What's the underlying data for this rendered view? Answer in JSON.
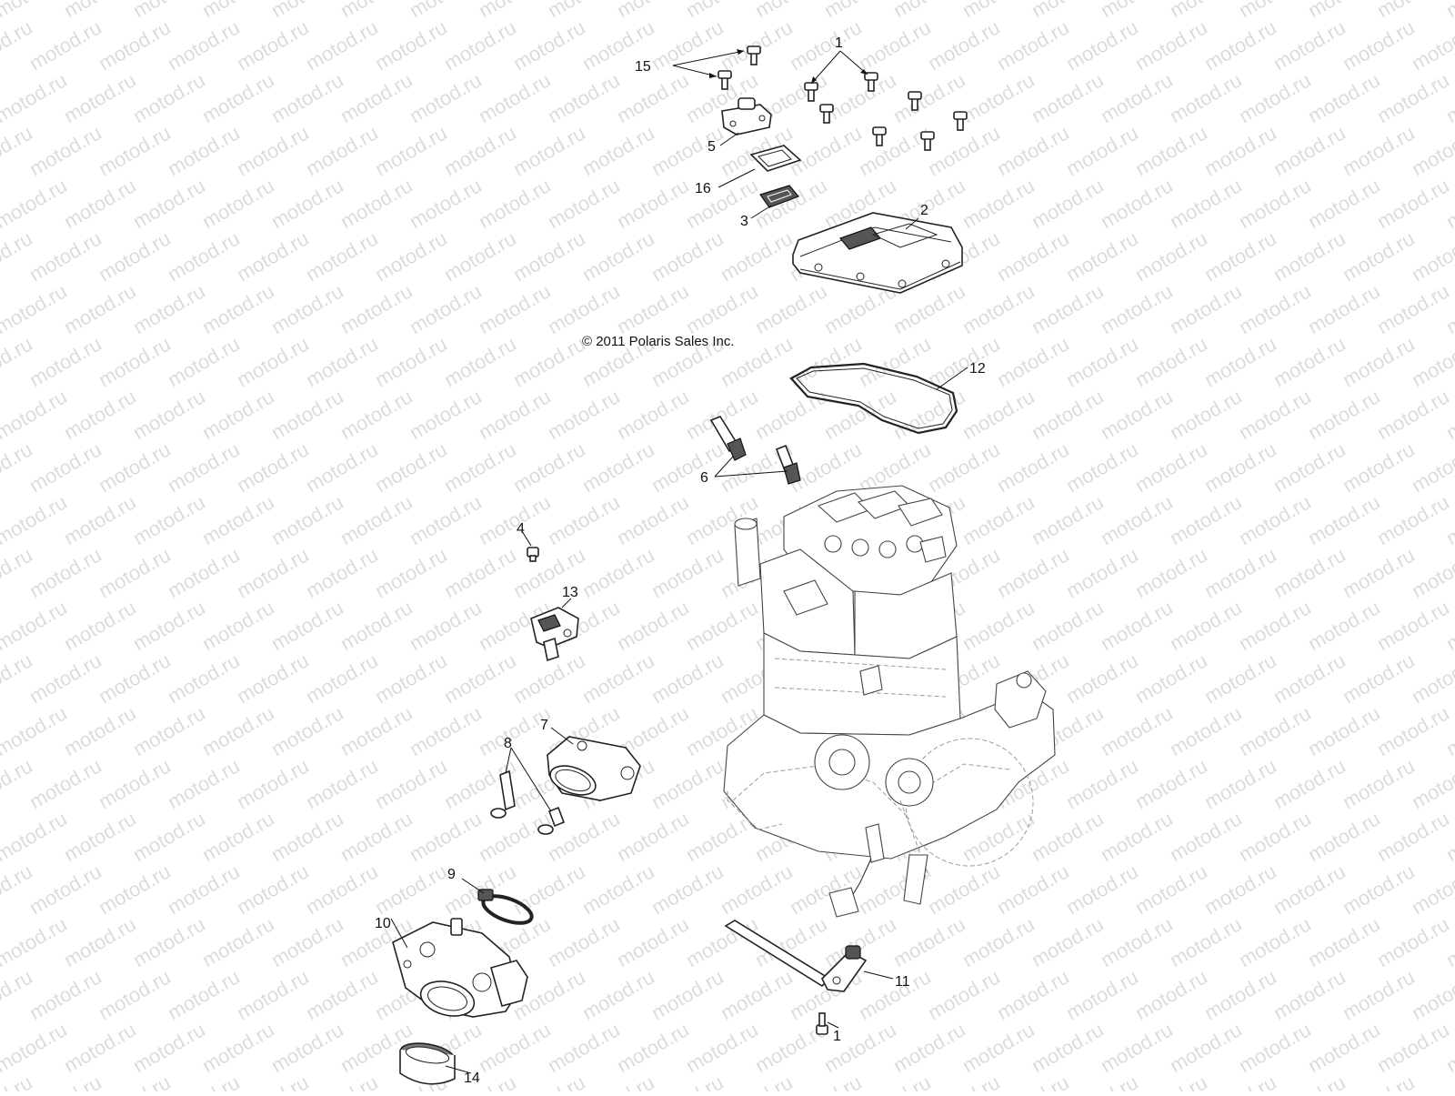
{
  "watermark": {
    "text": "motod.ru"
  },
  "copyright": "© 2011 Polaris Sales Inc.",
  "callouts": [
    {
      "id": "c1a",
      "label": "1"
    },
    {
      "id": "c1b",
      "label": "1"
    },
    {
      "id": "c2",
      "label": "2"
    },
    {
      "id": "c3",
      "label": "3"
    },
    {
      "id": "c4",
      "label": "4"
    },
    {
      "id": "c5",
      "label": "5"
    },
    {
      "id": "c6",
      "label": "6"
    },
    {
      "id": "c7",
      "label": "7"
    },
    {
      "id": "c8",
      "label": "8"
    },
    {
      "id": "c9",
      "label": "9"
    },
    {
      "id": "c10",
      "label": "10"
    },
    {
      "id": "c11",
      "label": "11"
    },
    {
      "id": "c12",
      "label": "12"
    },
    {
      "id": "c13",
      "label": "13"
    },
    {
      "id": "c14",
      "label": "14"
    },
    {
      "id": "c15",
      "label": "15"
    },
    {
      "id": "c16",
      "label": "16"
    }
  ]
}
